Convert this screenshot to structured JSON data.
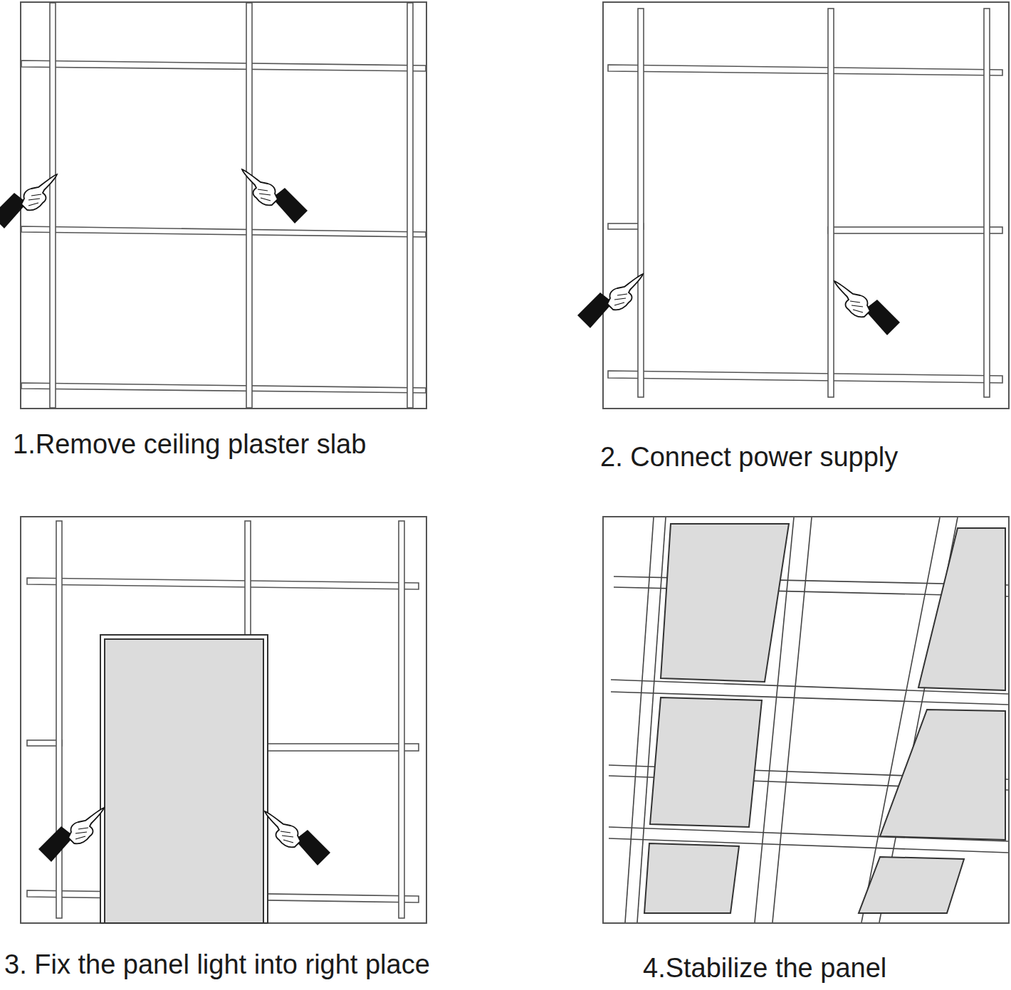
{
  "diagram": {
    "labels": [
      "1.Remove ceiling plaster slab",
      "2. Connect power supply",
      "3. Fix the panel light into right place",
      "4.Stabilize the panel"
    ]
  }
}
